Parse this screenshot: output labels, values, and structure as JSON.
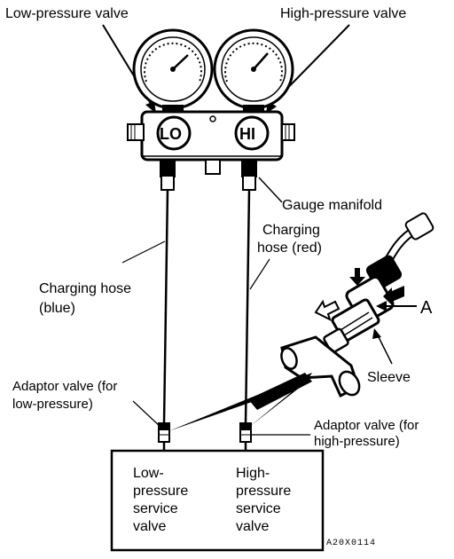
{
  "labels": {
    "low_pressure_valve": "Low-pressure valve",
    "high_pressure_valve": "High-pressure valve",
    "gauge_manifold": "Gauge manifold",
    "charging_hose_red_line1": "Charging",
    "charging_hose_red_line2": "hose (red)",
    "charging_hose_blue_line1": "Charging hose",
    "charging_hose_blue_line2": "(blue)",
    "callout_a": "A",
    "sleeve": "Sleeve",
    "adaptor_low_line1": "Adaptor valve (for",
    "adaptor_low_line2": "low-pressure)",
    "adaptor_high_line1": "Adaptor valve (for",
    "adaptor_high_line2": "high-pressure)",
    "low_service_line1": "Low-",
    "low_service_line2": "pressure",
    "low_service_line3": "service",
    "low_service_line4": "valve",
    "high_service_line1": "High-",
    "high_service_line2": "pressure",
    "high_service_line3": "service",
    "high_service_line4": "valve",
    "figure_code": "A20X0114"
  },
  "gauges": {
    "low_letters": "LO",
    "high_letters": "HI"
  },
  "colors": {
    "ink": "#000000",
    "paper": "#ffffff"
  }
}
